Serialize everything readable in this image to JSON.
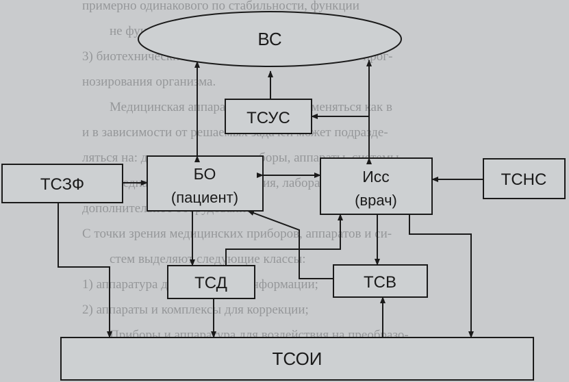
{
  "background_lines": [
    "примерно одинакового по стабильности, функции",
    "не функциональных подсистем управления;",
    "3) биотехнические системы для функционального прог-",
    "нозирования организма.",
    "Медицинская аппаратура может применяться как в",
    "и в зависимости от решаемых задачей может подразде-",
    "ляться на: диагностические приборы, аппараты, системы,",
    "предназначенные для лечения, лабораторное",
    "дополнительное оборудование.",
    "С точки зрения медицинских приборов, аппаратов и си-",
    "стем выделяют следующие классы:",
    "1) аппаратура для измерения информации;",
    "2) аппараты и комплексы для коррекции;",
    "Приборы и аппаратура для воздействия на преобразо-",
    "вание и воздействие."
  ],
  "nodes": {
    "vs": {
      "label": "ВС"
    },
    "tsus": {
      "label": "ТСУС"
    },
    "tszf": {
      "label": "ТСЗФ"
    },
    "bo": {
      "line1": "БО",
      "line2": "(пациент)"
    },
    "iss": {
      "line1": "Исс",
      "line2": "(врач)"
    },
    "tsns": {
      "label": "ТСНС"
    },
    "tsd": {
      "label": "ТСД"
    },
    "tsv": {
      "label": "ТСВ"
    },
    "tsoi": {
      "label": "ТСОИ"
    }
  },
  "colors": {
    "paper": "#c9cbcd",
    "box_fill": "#cdd0d2",
    "ink": "#1a1a1a"
  }
}
